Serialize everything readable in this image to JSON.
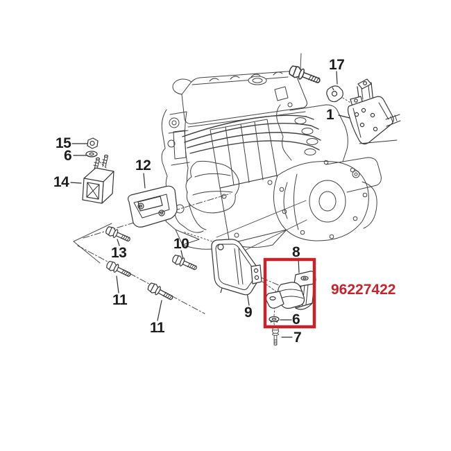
{
  "diagram": {
    "type": "exploded-parts-diagram",
    "highlighted_part_number": "96227422",
    "colors": {
      "highlight": "#c8232b",
      "line": "#3d3d3d",
      "background": "#ffffff"
    },
    "callouts": [
      {
        "label": "15"
      },
      {
        "label": "6"
      },
      {
        "label": "14"
      },
      {
        "label": "12"
      },
      {
        "label": "13"
      },
      {
        "label": "11"
      },
      {
        "label": "10"
      },
      {
        "label": "11"
      },
      {
        "label": "9"
      },
      {
        "label": "8"
      },
      {
        "label": "6"
      },
      {
        "label": "7"
      },
      {
        "label": "17"
      },
      {
        "label": "1"
      }
    ]
  }
}
